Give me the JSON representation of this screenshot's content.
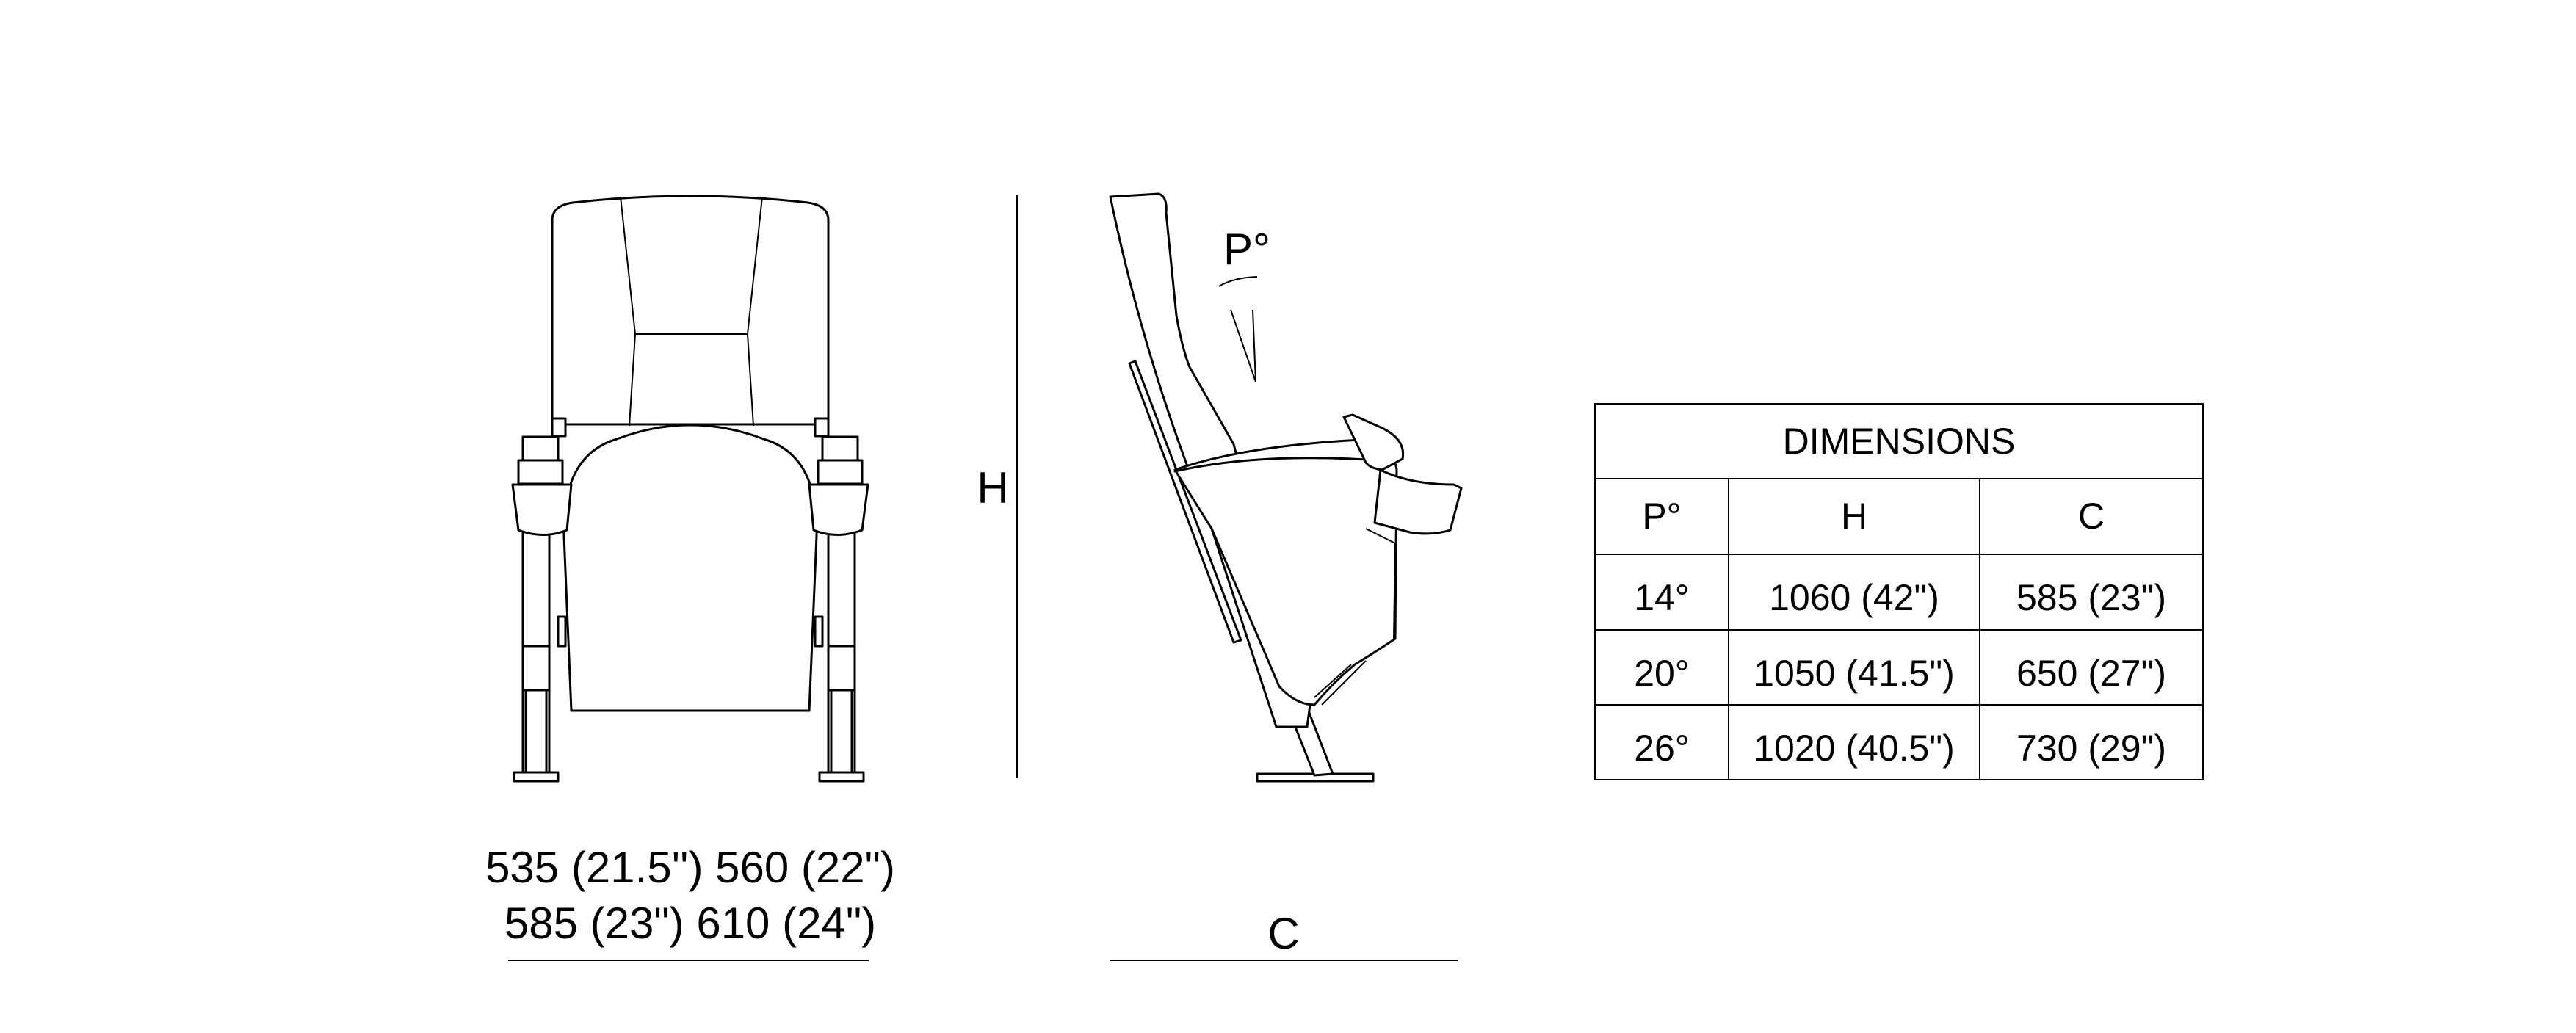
{
  "front_view": {
    "width_line1": "535 (21.5'')  560 (22\")",
    "width_line2": "585 (23\")  610 (24\")"
  },
  "height_label": "H",
  "side_view": {
    "angle_label": "P°",
    "depth_label": "C"
  },
  "table": {
    "title": "DIMENSIONS",
    "headers": [
      "P°",
      "H",
      "C"
    ],
    "rows": [
      [
        "14°",
        "1060 (42\")",
        "585 (23\")"
      ],
      [
        "20°",
        "1050 (41.5\")",
        "650 (27\")"
      ],
      [
        "26°",
        "1020 (40.5\")",
        "730 (29\")"
      ]
    ]
  }
}
